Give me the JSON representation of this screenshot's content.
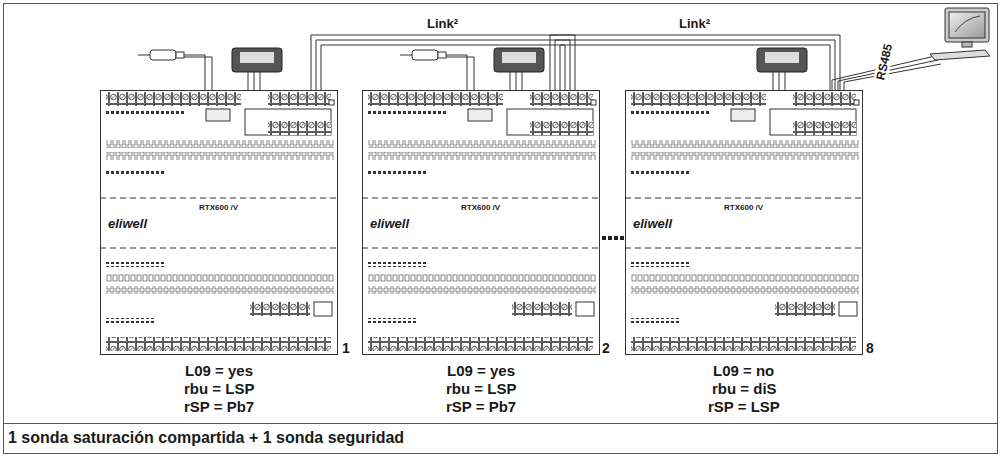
{
  "diagram": {
    "caption": "1 sonda saturación compartida + 1 sonda seguridad",
    "nodes": [
      {
        "text": [
          "eliwell",
          "RTX600 /V"
        ]
      },
      {
        "text": [
          "eliwell",
          "RTX600 /V"
        ]
      },
      {
        "text": [
          "eliwell",
          "RTX600 /V"
        ]
      }
    ],
    "edges": [
      {
        "from": 0,
        "to": 1,
        "arrow": "none",
        "label": "Link²"
      },
      {
        "from": 1,
        "to": 2,
        "arrow": "none",
        "label": "Link²"
      }
    ],
    "labels": [
      "1",
      "2",
      "8",
      "L09 = yes",
      "rbu = LSP",
      "rSP = Pb7",
      "L09 = yes",
      "rbu = LSP",
      "rSP = Pb7",
      "L09 = no",
      "rbu = diS",
      "rSP = LSP",
      "RS485"
    ]
  }
}
